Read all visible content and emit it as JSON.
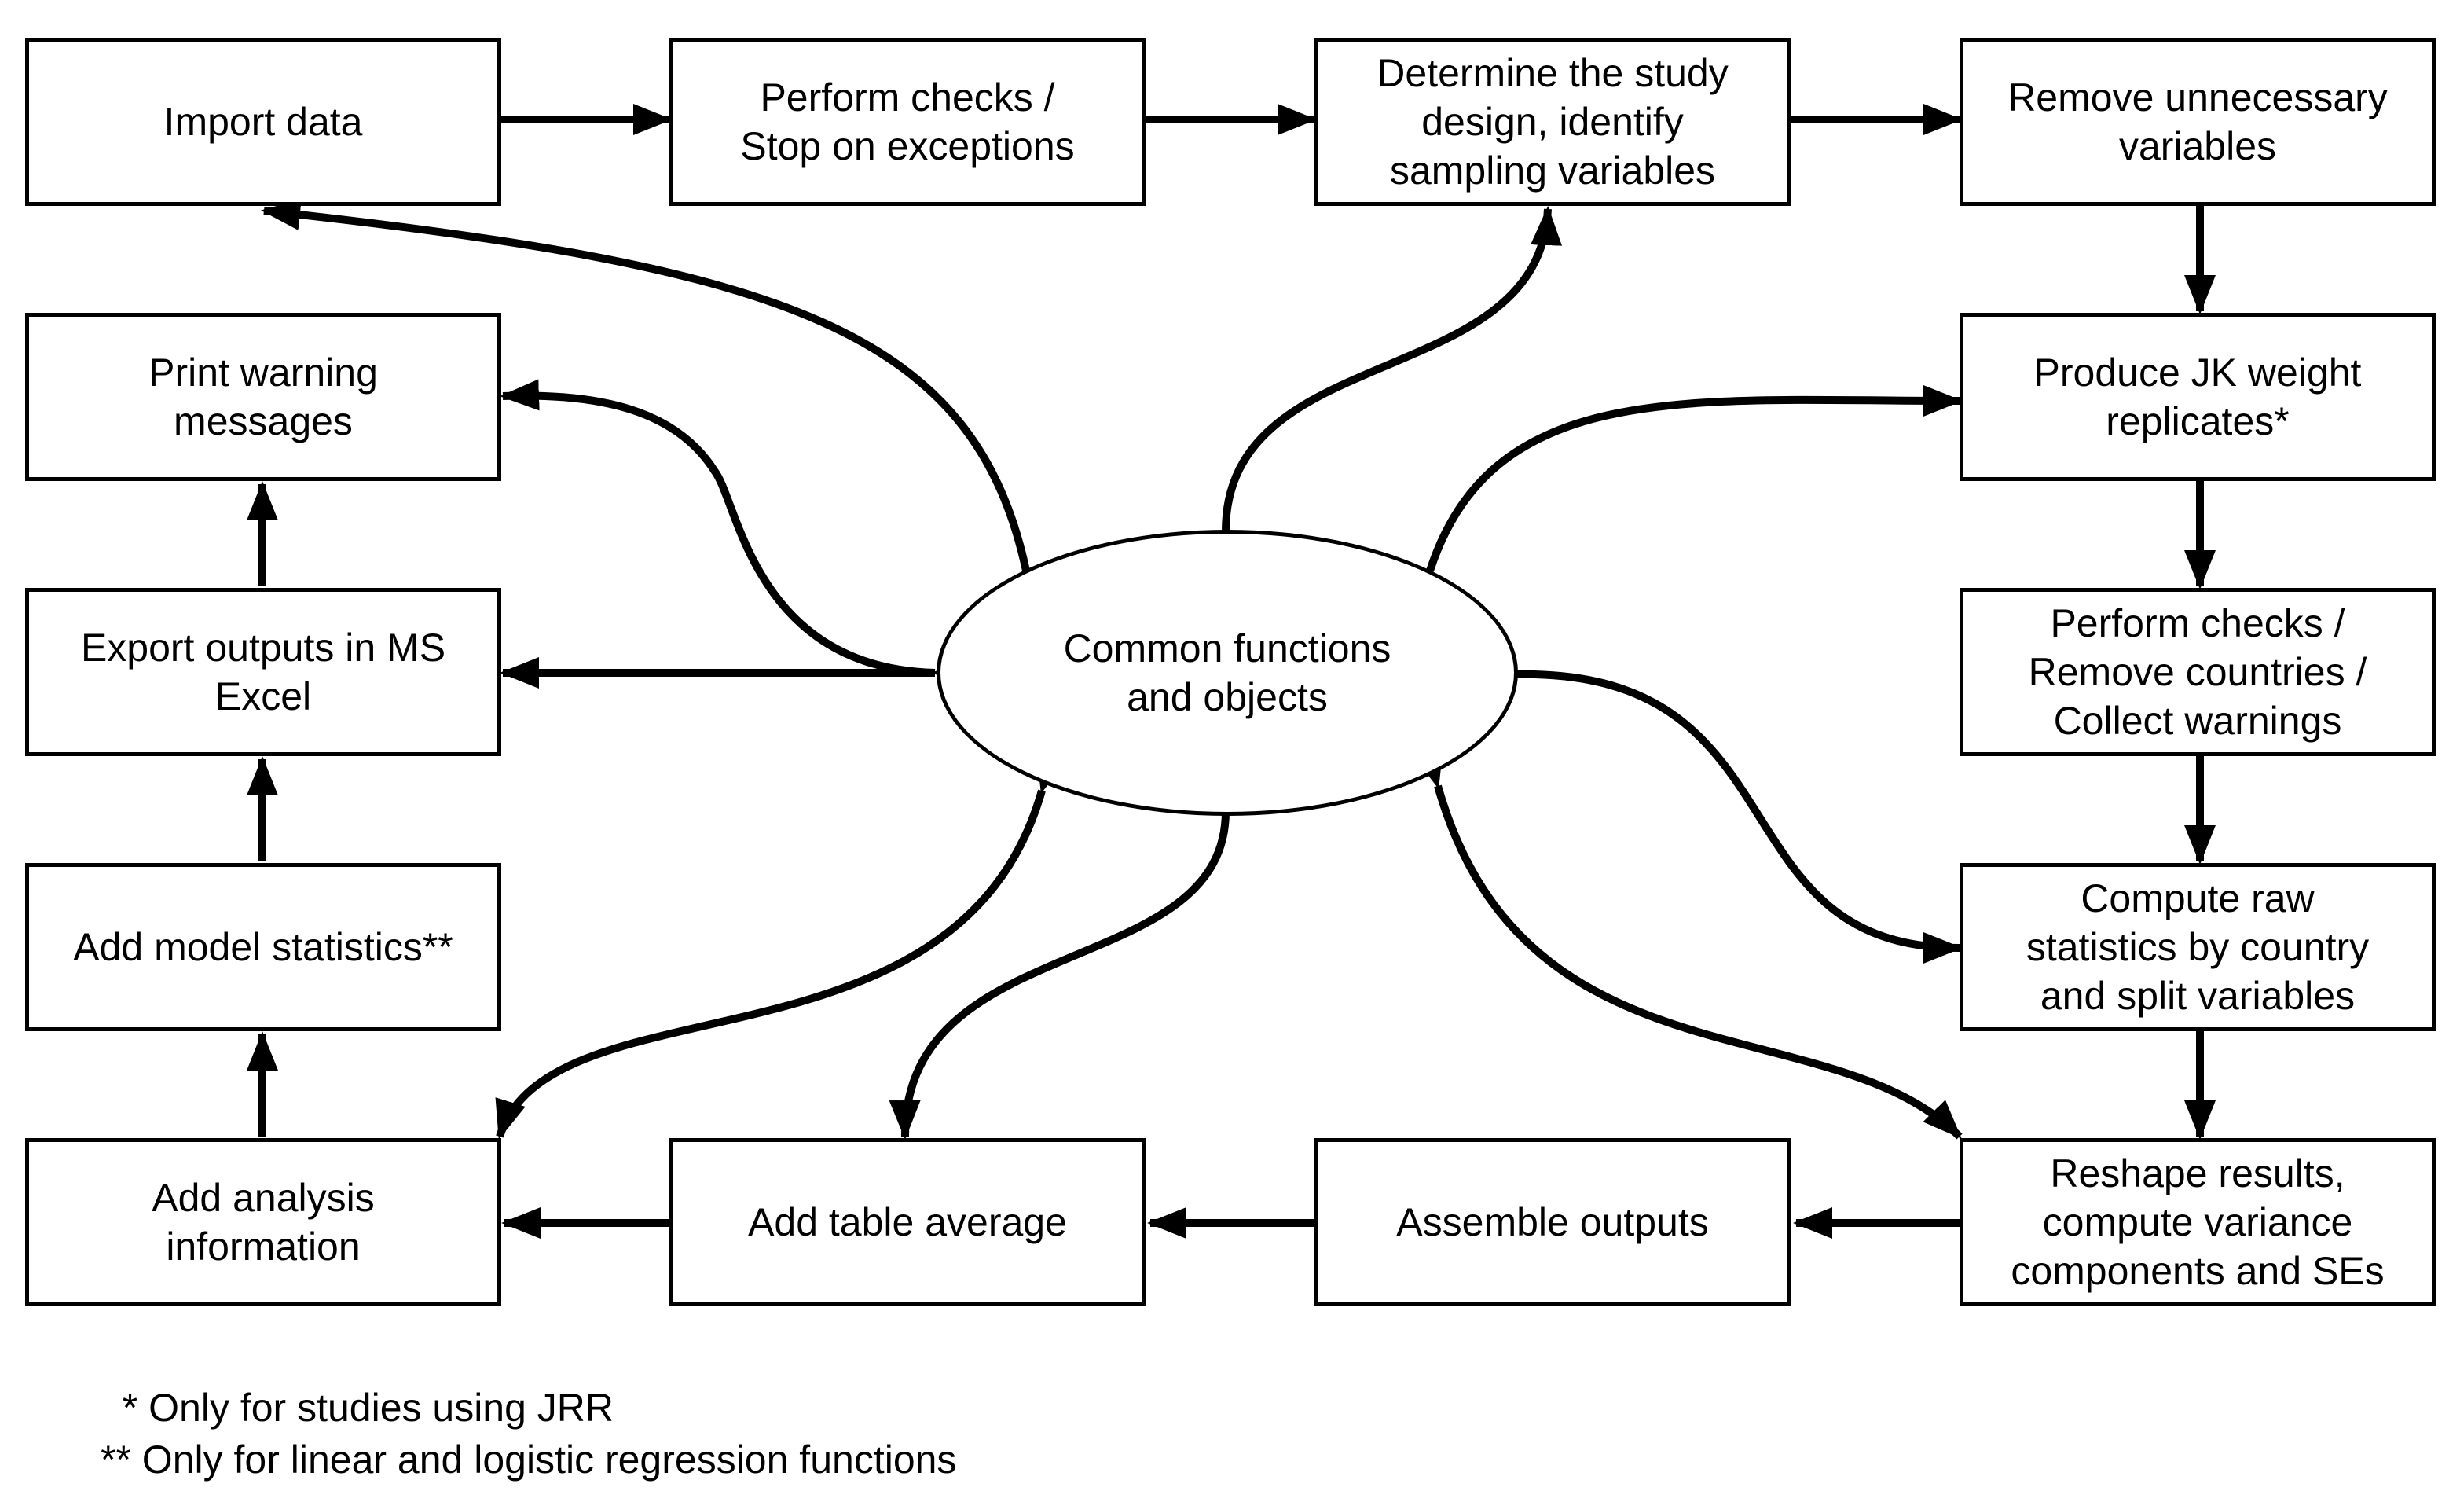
{
  "boxes": {
    "import_data": "Import data",
    "perform_checks_stop": "Perform checks /\nStop on exceptions",
    "determine_design": "Determine the study\ndesign, identify\nsampling variables",
    "remove_variables": "Remove unnecessary\nvariables",
    "print_warnings": "Print warning\nmessages",
    "produce_jk": "Produce JK weight\nreplicates*",
    "export_outputs": "Export outputs in MS\nExcel",
    "perform_checks_remove": "Perform checks /\nRemove countries /\nCollect warnings",
    "add_model_stats": "Add model statistics**",
    "compute_raw": "Compute raw\nstatistics by country\nand split variables",
    "add_analysis_info": "Add analysis\ninformation",
    "add_table_average": "Add table average",
    "assemble_outputs": "Assemble outputs",
    "reshape_results": "Reshape results,\ncompute variance\ncomponents and SEs"
  },
  "center": "Common functions\nand objects",
  "notes": {
    "note1": "  * Only for studies using JRR",
    "note2": "** Only for linear and logistic regression functions"
  }
}
